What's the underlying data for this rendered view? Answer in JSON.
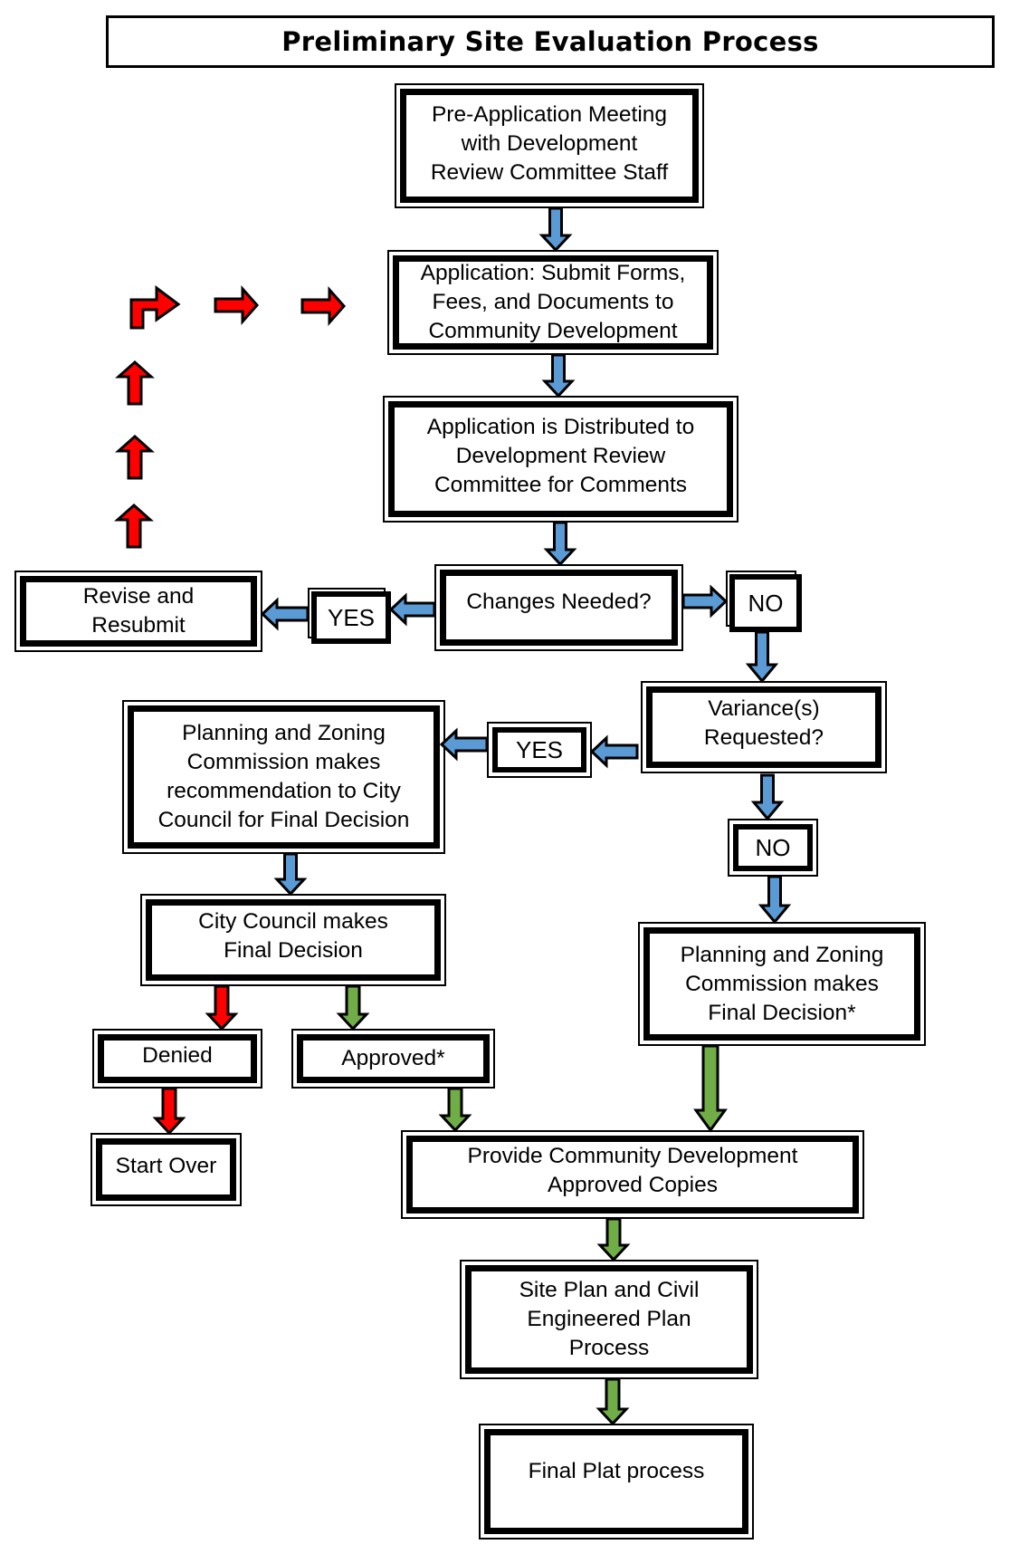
{
  "title": "Preliminary Site Evaluation Process",
  "colors": {
    "flow_blue": "#5b9bd5",
    "loop_red": "#ff0000",
    "approved_green": "#70ad47",
    "outline": "#000000"
  },
  "nodes": {
    "pre_application": "Pre-Application Meeting\nwith Development\nReview Committee Staff",
    "application": "Application: Submit Forms,\nFees, and Documents to\nCommunity Development",
    "distributed": "Application is Distributed to\nDevelopment Review\nCommittee for Comments",
    "changes_needed": "Changes Needed?",
    "revise_resubmit": "Revise and\nResubmit",
    "variances_requested": "Variance(s)\nRequested?",
    "pz_recommendation": "Planning and Zoning\nCommission makes\nrecommendation to City\nCouncil for Final Decision",
    "city_council": "City Council makes\nFinal Decision",
    "denied": "Denied",
    "approved": "Approved*",
    "start_over": "Start Over",
    "pz_final": "Planning and Zoning\nCommission makes\nFinal Decision*",
    "approved_copies": "Provide Community Development\nApproved Copies",
    "site_plan": "Site Plan and Civil\nEngineered Plan\nProcess",
    "final_plat": "Final Plat process"
  },
  "decisions": {
    "changes_yes": "YES",
    "changes_no": "NO",
    "variance_yes": "YES",
    "variance_no": "NO"
  },
  "arrows": [
    {
      "from": "pre_application",
      "to": "application",
      "color": "blue"
    },
    {
      "from": "application",
      "to": "distributed",
      "color": "blue"
    },
    {
      "from": "distributed",
      "to": "changes_needed",
      "color": "blue"
    },
    {
      "from": "changes_needed",
      "to": "changes_yes",
      "color": "blue"
    },
    {
      "from": "changes_yes",
      "to": "revise_resubmit",
      "color": "blue"
    },
    {
      "from": "changes_needed",
      "to": "changes_no",
      "color": "blue"
    },
    {
      "from": "changes_no",
      "to": "variances_requested",
      "color": "blue"
    },
    {
      "from": "revise_resubmit",
      "to": "application",
      "color": "red",
      "style": "dashed-loop"
    },
    {
      "from": "variances_requested",
      "to": "variance_yes",
      "color": "blue"
    },
    {
      "from": "variance_yes",
      "to": "pz_recommendation",
      "color": "blue"
    },
    {
      "from": "variances_requested",
      "to": "variance_no",
      "color": "blue"
    },
    {
      "from": "variance_no",
      "to": "pz_final",
      "color": "blue"
    },
    {
      "from": "pz_recommendation",
      "to": "city_council",
      "color": "blue"
    },
    {
      "from": "city_council",
      "to": "denied",
      "color": "red"
    },
    {
      "from": "city_council",
      "to": "approved",
      "color": "green"
    },
    {
      "from": "denied",
      "to": "start_over",
      "color": "red"
    },
    {
      "from": "approved",
      "to": "approved_copies",
      "color": "green"
    },
    {
      "from": "pz_final",
      "to": "approved_copies",
      "color": "green"
    },
    {
      "from": "approved_copies",
      "to": "site_plan",
      "color": "green"
    },
    {
      "from": "site_plan",
      "to": "final_plat",
      "color": "green"
    }
  ]
}
